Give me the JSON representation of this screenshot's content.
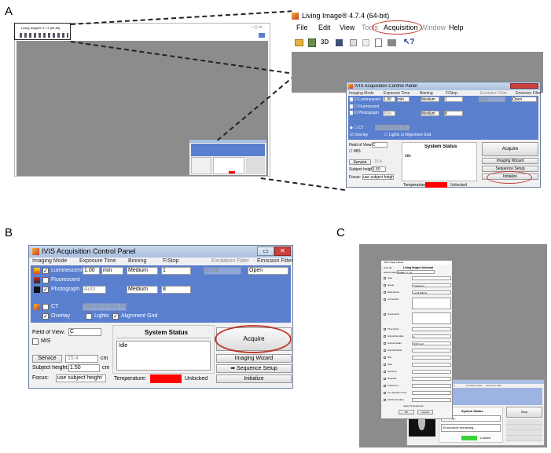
{
  "panel_labels": {
    "a": "A",
    "b": "B",
    "c": "C"
  },
  "zoom_menu": {
    "title": "Living Image® 4.7.4 (64-bit)",
    "menus": [
      "File",
      "Edit",
      "View",
      "Tools",
      "Acquisition",
      "Window",
      "Help"
    ],
    "thumb_title": "Living Image® 4.7.4 (64-bit)"
  },
  "panel": {
    "title": "IVIS Acquisition Control Panel",
    "headers": {
      "mode": "Imaging Mode",
      "exposure": "Exposure Time",
      "binning": "Binning",
      "fstop": "F/Stop",
      "excitation": "Excitation Filter",
      "emission": "Emission Filter"
    },
    "rows": {
      "lum": {
        "label": "Luminescent",
        "exposure": "1.00",
        "unit": "min",
        "binning": "Medium",
        "fstop": "1",
        "excitation": "Block",
        "emission": "Open"
      },
      "fluor": {
        "label": "Fluorescent"
      },
      "photo": {
        "label": "Photograph",
        "exposure": "Auto",
        "binning": "Medium",
        "fstop": "8"
      },
      "ct": {
        "label": "CT",
        "mode": "Standard-One Mo."
      },
      "overlay": {
        "label": "Overlay",
        "lights": "Lights",
        "grid": "Alignment Grid"
      }
    },
    "fov": {
      "label": "Field of View:",
      "value": "C",
      "mis": "MIS",
      "service": "Service",
      "service_value": "15.4",
      "service_unit": "cm",
      "height_label": "Subject height:",
      "height_value": "1.50",
      "height_unit": "cm",
      "focus_label": "Focus:",
      "focus_value": "use subject height"
    },
    "status": {
      "title": "System Status",
      "text": "Idle",
      "temperature": "Temperature:",
      "temp_state": "Unlocked"
    },
    "buttons": {
      "acquire": "Acquire",
      "wizard": "Imaging Wizard",
      "sequence": "Sequence Setup",
      "initialize": "Initialize"
    }
  },
  "edit_labels": {
    "title": "Edit Image Labels",
    "user_id": "User ID:",
    "section": "Living Image Universal",
    "saved_labels": "Saved Labels:",
    "saved_value": "LABEL_K_20",
    "fields": [
      {
        "name": "User",
        "value": ""
      },
      {
        "name": "Group",
        "value": "Treatment"
      },
      {
        "name": "Experiment",
        "value": "Local Effects"
      },
      {
        "name": "Comment1",
        "value": ""
      },
      {
        "name": "Comment2",
        "value": ""
      },
      {
        "name": "Time Point",
        "value": ""
      },
      {
        "name": "Animal Number",
        "value": "2"
      },
      {
        "name": "Animal Strain",
        "value": "NOD scid"
      },
      {
        "name": "Animal Model",
        "value": ""
      },
      {
        "name": "Sex",
        "value": ""
      },
      {
        "name": "View",
        "value": ""
      },
      {
        "name": "Cell Line",
        "value": ""
      },
      {
        "name": "Reporter",
        "value": ""
      },
      {
        "name": "Treatment",
        "value": ""
      },
      {
        "name": "Luc Injection Time",
        "value": ""
      },
      {
        "name": "IACUC Number",
        "value": ""
      }
    ],
    "apply_text": "Apply To Sequence",
    "ok": "OK",
    "cancel": "Cancel"
  },
  "c_status": {
    "title": "System Status",
    "line1": "Reading...",
    "line2": "18 seconds remaining...",
    "temp_state": "Locked",
    "stop": "Stop"
  },
  "c_panel": {
    "title": "IVIS Acquisition Control Panel",
    "headers": [
      "Exposure Time",
      "Binning",
      "F/Stop",
      "Excitation Filter",
      "Emission Filter"
    ]
  }
}
